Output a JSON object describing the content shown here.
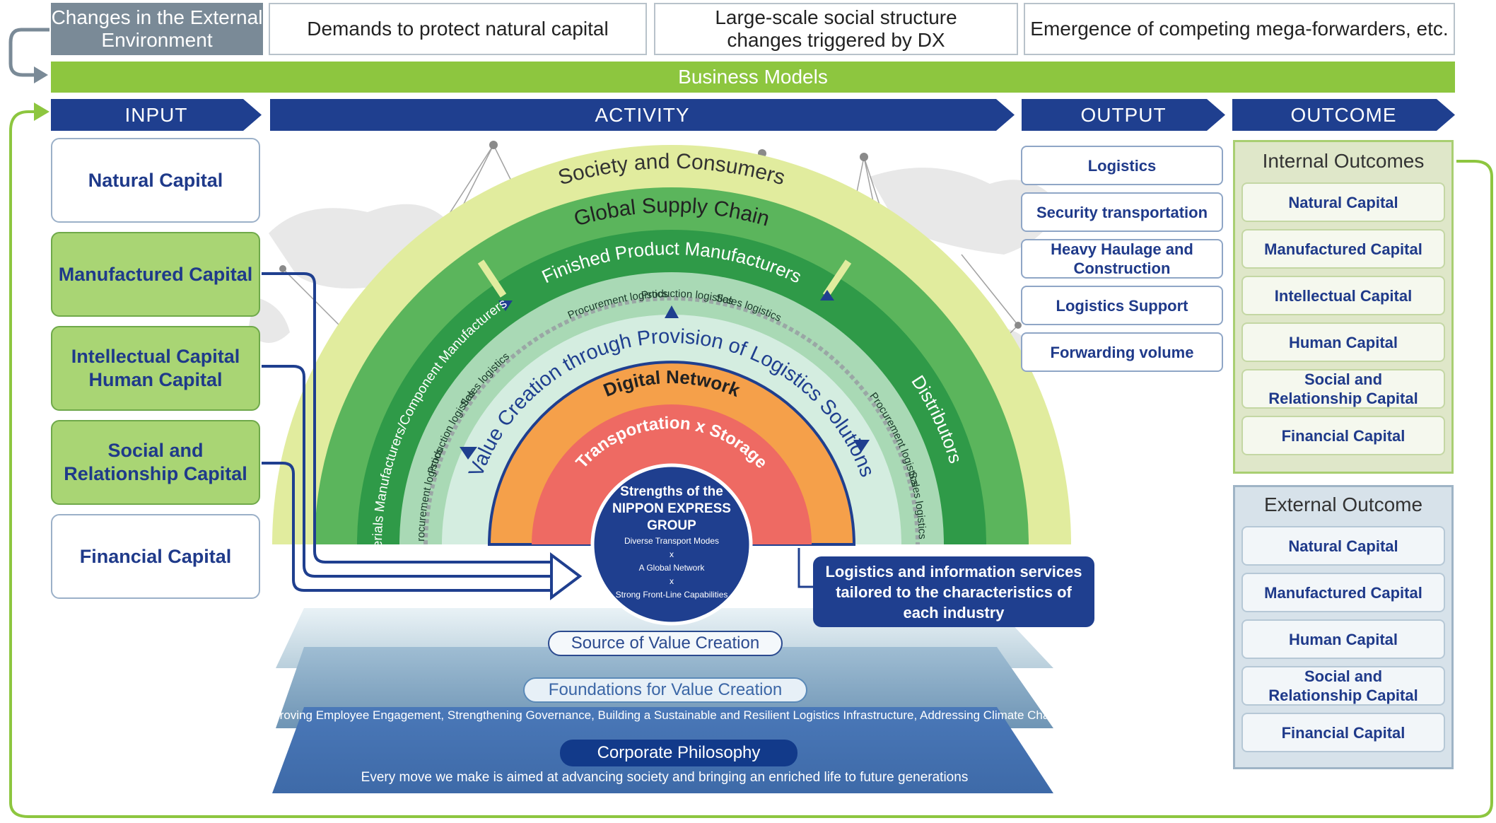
{
  "colors": {
    "navy": "#1f3f8f",
    "green": "#8dc63f",
    "grey": "#7a8a97",
    "light_green_box": "#a9d574",
    "arc_orange": "#f5a04a",
    "arc_red": "#ee6a63"
  },
  "header": {
    "external_label": "Changes in the External Environment",
    "external_items": [
      "Demands to protect natural capital",
      "Large-scale social structure changes triggered by DX",
      "Emergence of competing mega-forwarders, etc."
    ],
    "business_models": "Business Models"
  },
  "columns": {
    "input": "INPUT",
    "activity": "ACTIVITY",
    "output": "OUTPUT",
    "outcome": "OUTCOME"
  },
  "inputs": [
    {
      "label": "Natural Capital"
    },
    {
      "label": "Manufactured Capital"
    },
    {
      "label": "Intellectual Capital\nHuman Capital"
    },
    {
      "label": "Social and\nRelationship Capital"
    },
    {
      "label": "Financial Capital"
    }
  ],
  "activity": {
    "outer_arc": "Society and Consumers",
    "supply_chain": "Global Supply Chain",
    "finished": "Finished Product Manufacturers",
    "materials": "Materials Manufacturers/Component Manufacturers",
    "distributors": "Distributors",
    "logistics_trio": {
      "procurement": "Procurement logistics",
      "production": "Production logistics",
      "sales": "Sales logistics"
    },
    "value_creation": "Value Creation through Provision of Logistics Solutions",
    "digital": "Digital Network",
    "transport": "Transportation x Storage",
    "core_title": "Strengths of the NIPPON EXPRESS GROUP",
    "core_lines": [
      "Diverse Transport Modes",
      "x",
      "A Global Network",
      "x",
      "Strong Front-Line Capabilities"
    ],
    "callout": "Logistics and information services tailored to the characteristics of each industry",
    "source": "Source of Value Creation",
    "foundations": "Foundations for Value Creation",
    "foundations_text": "Improving Employee Engagement, Strengthening Governance, Building a Sustainable and Resilient Logistics Infrastructure, Addressing Climate Change",
    "philosophy": "Corporate Philosophy",
    "philosophy_text": "Every move we make is aimed at advancing society and bringing an enriched life to future generations"
  },
  "outputs": [
    "Logistics",
    "Security transportation",
    "Heavy Haulage and Construction",
    "Logistics Support",
    "Forwarding volume"
  ],
  "internal_outcomes": {
    "title": "Internal Outcomes",
    "items": [
      "Natural Capital",
      "Manufactured Capital",
      "Intellectual Capital",
      "Human Capital",
      "Social and Relationship Capital",
      "Financial Capital"
    ]
  },
  "external_outcome": {
    "title": "External Outcome",
    "items": [
      "Natural Capital",
      "Manufactured Capital",
      "Human Capital",
      "Social and Relationship Capital",
      "Financial Capital"
    ]
  }
}
